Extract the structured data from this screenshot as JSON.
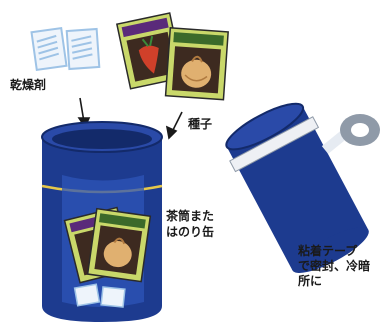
{
  "labels": {
    "desiccant": "乾燥剤",
    "seeds": "種子",
    "can_line1": "茶筒また",
    "can_line2": "はのり缶",
    "tape_line1": "粘着テープ",
    "tape_line2": "で密封、冷暗",
    "tape_line3": "所に"
  },
  "colors": {
    "can_blue": "#1d3b8f",
    "can_dark": "#132a6a",
    "band_yellow": "#e6c84a",
    "packet_green": "#c9d86a",
    "packet_purple": "#5a2a7a",
    "tape_gray": "#8f9aa8",
    "desiccant_blue": "#9ec3e6"
  }
}
